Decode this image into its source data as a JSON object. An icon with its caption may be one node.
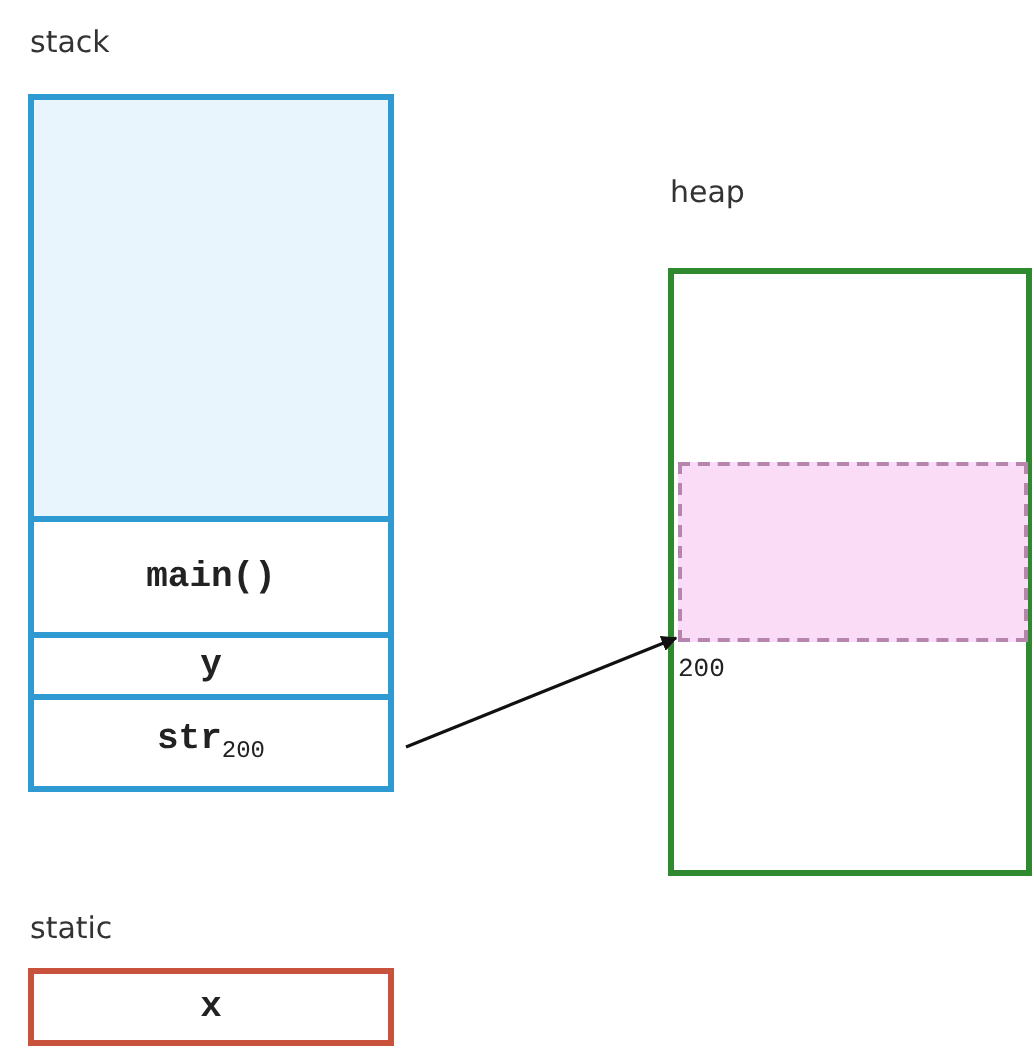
{
  "diagram": {
    "nodes": [
      {
        "text": [
          "stack"
        ]
      },
      {
        "text": [],
        "shape": "box",
        "in": 0
      },
      {
        "text": [
          "main()"
        ],
        "in": 0
      },
      {
        "text": [
          "y"
        ],
        "in": 0
      },
      {
        "text": [
          "str$_{200}$"
        ],
        "in": 0
      },
      {
        "text": [
          "heap"
        ]
      },
      {
        "text": [],
        "shape": "box",
        "in": 5,
        "beside": [
          "200"
        ]
      },
      {
        "text": [
          "static",
          "x"
        ]
      }
    ],
    "edges": [
      {
        "from": 4,
        "to": 6,
        "arrow": "to"
      }
    ]
  }
}
